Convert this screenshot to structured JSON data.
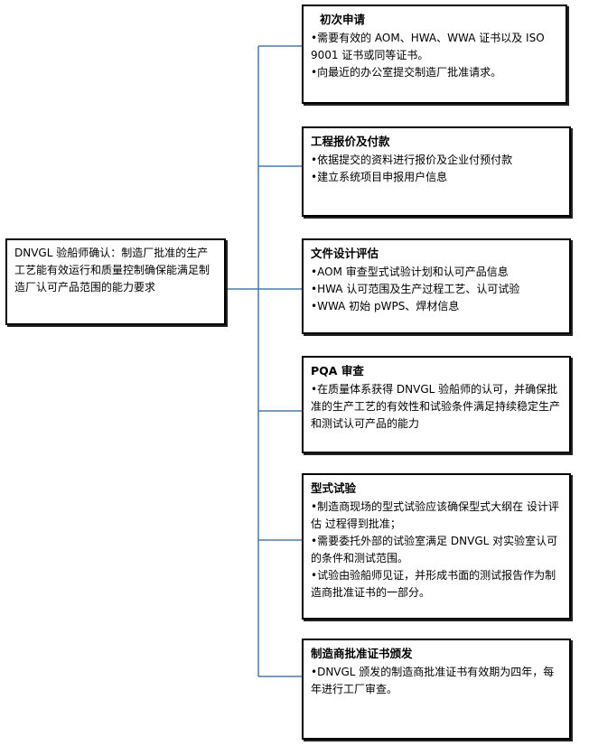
{
  "root": {
    "text": "DNVGL 验船师确认：制造厂批准的生产工艺能有效运行和质量控制确保能满足制造厂认可产品范围的能力要求"
  },
  "steps": [
    {
      "title": "初次申请",
      "bullets": [
        "•需要有效的 AOM、HWA、WWA 证书以及 ISO 9001 证书或同等证书。",
        "•向最近的办公室提交制造厂批准请求。"
      ]
    },
    {
      "title": "工程报价及付款",
      "bullets": [
        "•依据提交的资料进行报价及企业付预付款",
        "•建立系统项目申报用户信息"
      ]
    },
    {
      "title": "文件设计评估",
      "bullets": [
        "•AOM 审查型式试验计划和认可产品信息",
        "•HWA 认可范围及生产过程工艺、认可试验",
        "•WWA 初始 pWPS、焊材信息"
      ]
    },
    {
      "title": "PQA 审查",
      "bullets": [
        "•在质量体系获得 DNVGL 验船师的认可，并确保批准的生产工艺的有效性和试验条件满足持续稳定生产和测试认可产品的能力"
      ]
    },
    {
      "title": "型式试验",
      "bullets": [
        "•制造商现场的型式试验应该确保型式大纲在 设计评估 过程得到批准；",
        "•需要委托外部的试验室满足 DNVGL 对实验室认可的条件和测试范围。",
        "•试验由验船师见证，并形成书面的测试报告作为制造商批准证书的一部分。"
      ]
    },
    {
      "title": "制造商批准证书颁发",
      "bullets": [
        "•DNVGL 颁发的制造商批准证书有效期为四年，每年进行工厂审查。"
      ]
    }
  ],
  "colors": {
    "connector": "#4a78a8",
    "border": "#000000"
  }
}
